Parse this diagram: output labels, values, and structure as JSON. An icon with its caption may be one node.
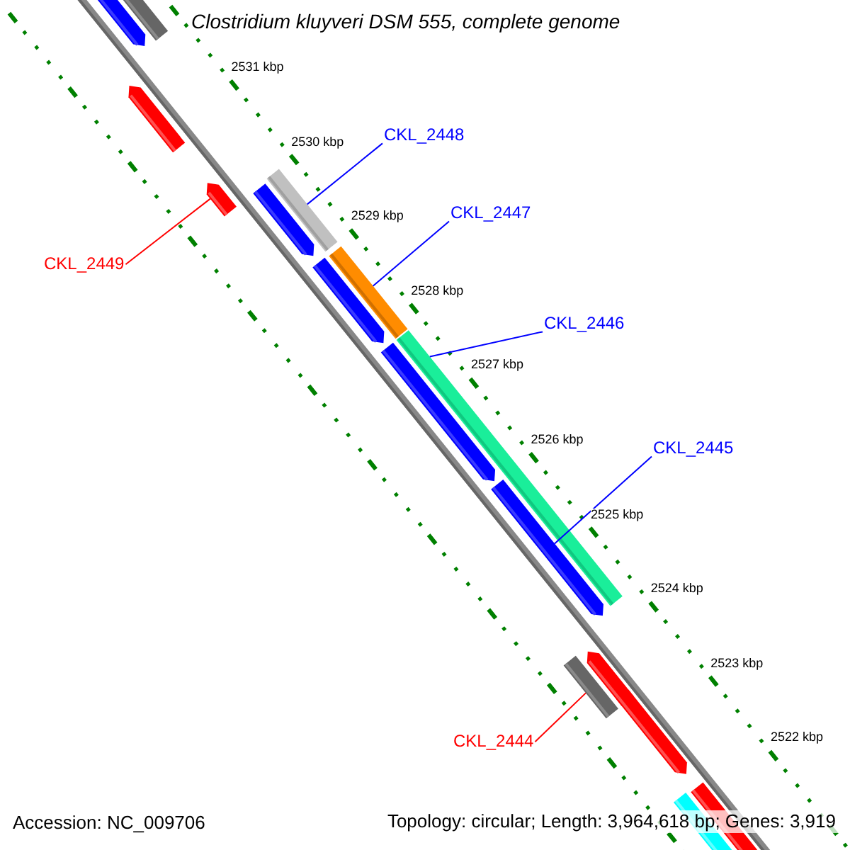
{
  "diagram": {
    "title": "Clostridium kluyveri DSM 555, complete genome",
    "nodes": [
      {
        "text": [
          "CKL_2448"
        ]
      },
      {
        "text": [
          "CKL_2447"
        ]
      },
      {
        "text": [
          "CKL_2449"
        ]
      },
      {
        "text": [
          "CKL_2446"
        ]
      },
      {
        "text": [
          "CKL_2445"
        ]
      },
      {
        "text": [
          "CKL_2444"
        ]
      },
      {
        "text": [],
        "shape": "bar"
      },
      {
        "text": [],
        "shape": "arrow"
      },
      {
        "text": [],
        "shape": "bar"
      },
      {
        "text": [],
        "shape": "bar"
      },
      {
        "text": [],
        "shape": "arrow"
      },
      {
        "text": [],
        "shape": "bar"
      }
    ],
    "edges": [
      {
        "from": 0,
        "to": 6,
        "arrow": "none"
      },
      {
        "from": 1,
        "to": 8,
        "arrow": "none"
      },
      {
        "from": 2,
        "to": 7,
        "arrow": "none",
        "color": "#ff0000"
      },
      {
        "from": 3,
        "to": 9,
        "arrow": "none"
      },
      {
        "from": 4,
        "to": 10,
        "arrow": "none"
      },
      {
        "from": 5,
        "to": 11,
        "arrow": "none",
        "color": "#ff0000"
      }
    ],
    "labels": [
      "2531 kbp",
      "2530 kbp",
      "2529 kbp",
      "2528 kbp",
      "2527 kbp",
      "2526 kbp",
      "2525 kbp",
      "2524 kbp",
      "2523 kbp",
      "2522 kbp",
      "Accession: NC_009706",
      "Topology: circular; Length: 3,964,618 bp; Genes: 3,919"
    ]
  }
}
